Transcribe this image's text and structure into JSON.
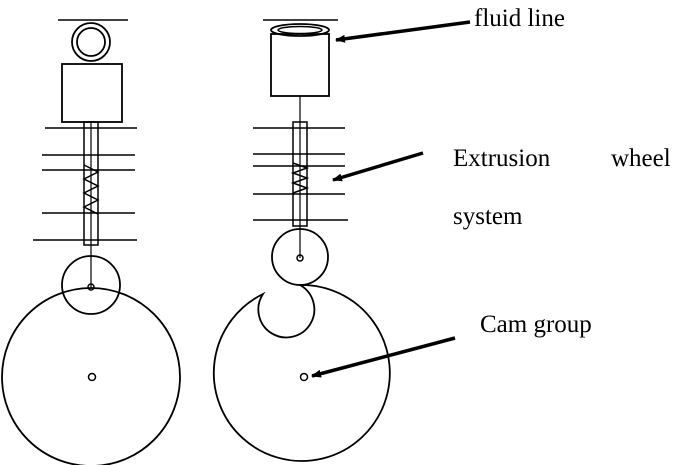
{
  "labels": {
    "fluid_line": "fluid line",
    "extrusion_line1_a": "Extrusion",
    "extrusion_line1_b": "wheel",
    "extrusion_line2": "system",
    "cam_group": "Cam group"
  },
  "colors": {
    "stroke": "#000000",
    "background": "#ffffff"
  }
}
